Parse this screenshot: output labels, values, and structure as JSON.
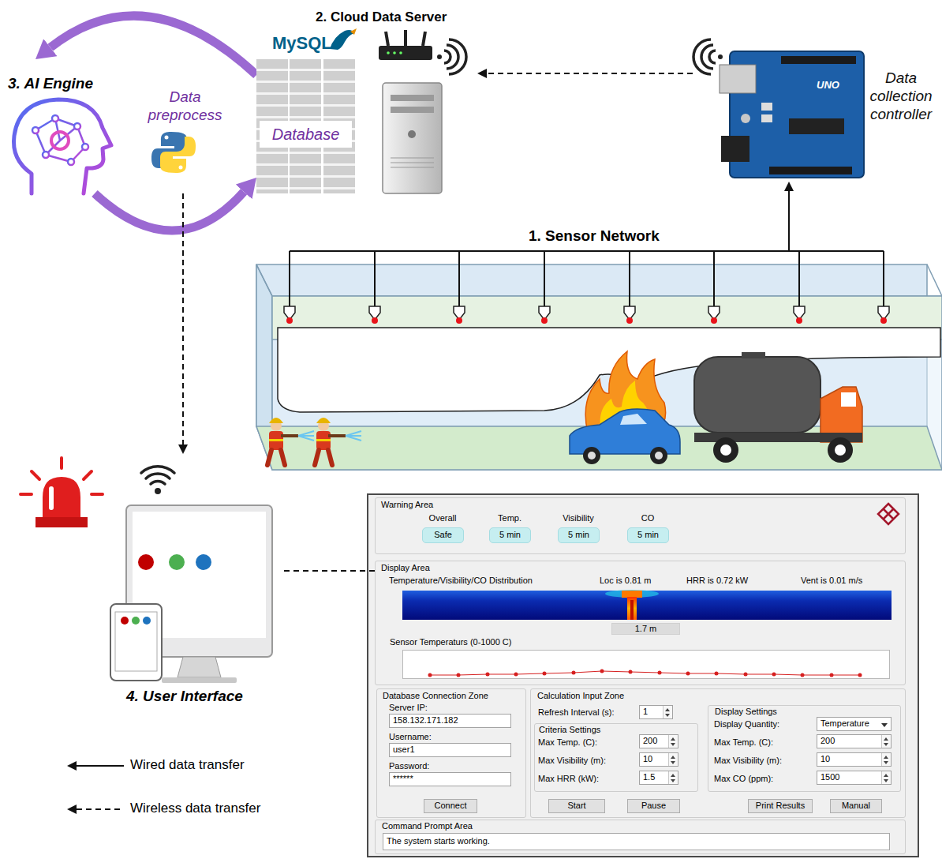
{
  "diagram": {
    "nodes": [
      {
        "text": [
          "3. AI Engine"
        ]
      },
      {
        "text": [
          "2. Cloud Data Server"
        ]
      },
      {
        "text": [
          "Database"
        ],
        "in": 1
      },
      {
        "text": [
          "Data collection controller"
        ]
      },
      {
        "text": [
          "1. Sensor Network"
        ]
      },
      {
        "text": [
          "4. User Interface"
        ]
      },
      {
        "text": [
          "Warning Area"
        ]
      },
      {
        "text": [
          "Safe"
        ],
        "in": 6
      },
      {
        "text": [
          "5 min"
        ],
        "in": 6
      },
      {
        "text": [
          "5 min"
        ],
        "in": 6
      },
      {
        "text": [
          "5 min"
        ],
        "in": 6
      },
      {
        "text": [
          "Display Area"
        ]
      },
      {
        "text": [
          "1.7 m"
        ],
        "in": 11
      },
      {
        "text": [
          "Sensor Temperaturs (0-1000 C)"
        ],
        "in": 11
      },
      {
        "text": [
          "Database Connection Zone"
        ]
      },
      {
        "text": [
          "158.132.171.182"
        ],
        "in": 14
      },
      {
        "text": [
          "user1"
        ],
        "in": 14
      },
      {
        "text": [
          "******"
        ],
        "in": 14
      },
      {
        "text": [
          "Connect"
        ],
        "in": 14
      },
      {
        "text": [
          "Calculation Input Zone"
        ]
      },
      {
        "text": [
          "1"
        ],
        "in": 19
      },
      {
        "text": [
          "Criteria Settings"
        ],
        "in": 19
      },
      {
        "text": [
          "200"
        ],
        "in": 21
      },
      {
        "text": [
          "10"
        ],
        "in": 21
      },
      {
        "text": [
          "1.5"
        ],
        "in": 21
      },
      {
        "text": [
          "Display Settings"
        ],
        "in": 19
      },
      {
        "text": [
          "Temperature"
        ],
        "in": 25
      },
      {
        "text": [
          "200"
        ],
        "in": 25
      },
      {
        "text": [
          "10"
        ],
        "in": 25
      },
      {
        "text": [
          "1500"
        ],
        "in": 25
      },
      {
        "text": [
          "Start"
        ],
        "in": 19
      },
      {
        "text": [
          "Pause"
        ],
        "in": 19
      },
      {
        "text": [
          "Print Results"
        ],
        "in": 19
      },
      {
        "text": [
          "Manual"
        ],
        "in": 19
      },
      {
        "text": [
          "Command Prompt Area"
        ]
      },
      {
        "text": [
          "The system starts working."
        ],
        "in": 34
      }
    ],
    "edges": [
      {
        "from": 2,
        "to": 0,
        "arrow": "to"
      },
      {
        "from": 0,
        "to": 2,
        "arrow": "to"
      },
      {
        "from": 3,
        "to": 1,
        "arrow": "to"
      },
      {
        "from": 4,
        "to": 3,
        "arrow": "to"
      },
      {
        "from": 0,
        "to": 5,
        "arrow": "to"
      },
      {
        "from": 5,
        "to": 11,
        "arrow": "none"
      }
    ],
    "labels": [
      "MySQL",
      "Data preprocess",
      "UNO",
      "Overall",
      "Temp.",
      "Visibility",
      "CO",
      "Temperature/Visibility/CO Distribution",
      "Loc is 0.81 m",
      "HRR is 0.72 kW",
      "Vent is 0.01 m/s",
      "Server IP:",
      "Username:",
      "Password:",
      "Refresh Interval (s):",
      "Max Temp. (C):",
      "Max Visibility (m):",
      "Max HRR (kW):",
      "Display Quantity:",
      "Max Temp. (C):",
      "Max Visibility (m):",
      "Max CO (ppm):"
    ],
    "legend": [
      {
        "text": "Wired data transfer"
      },
      {
        "text": "Wireless data transfer"
      }
    ]
  }
}
